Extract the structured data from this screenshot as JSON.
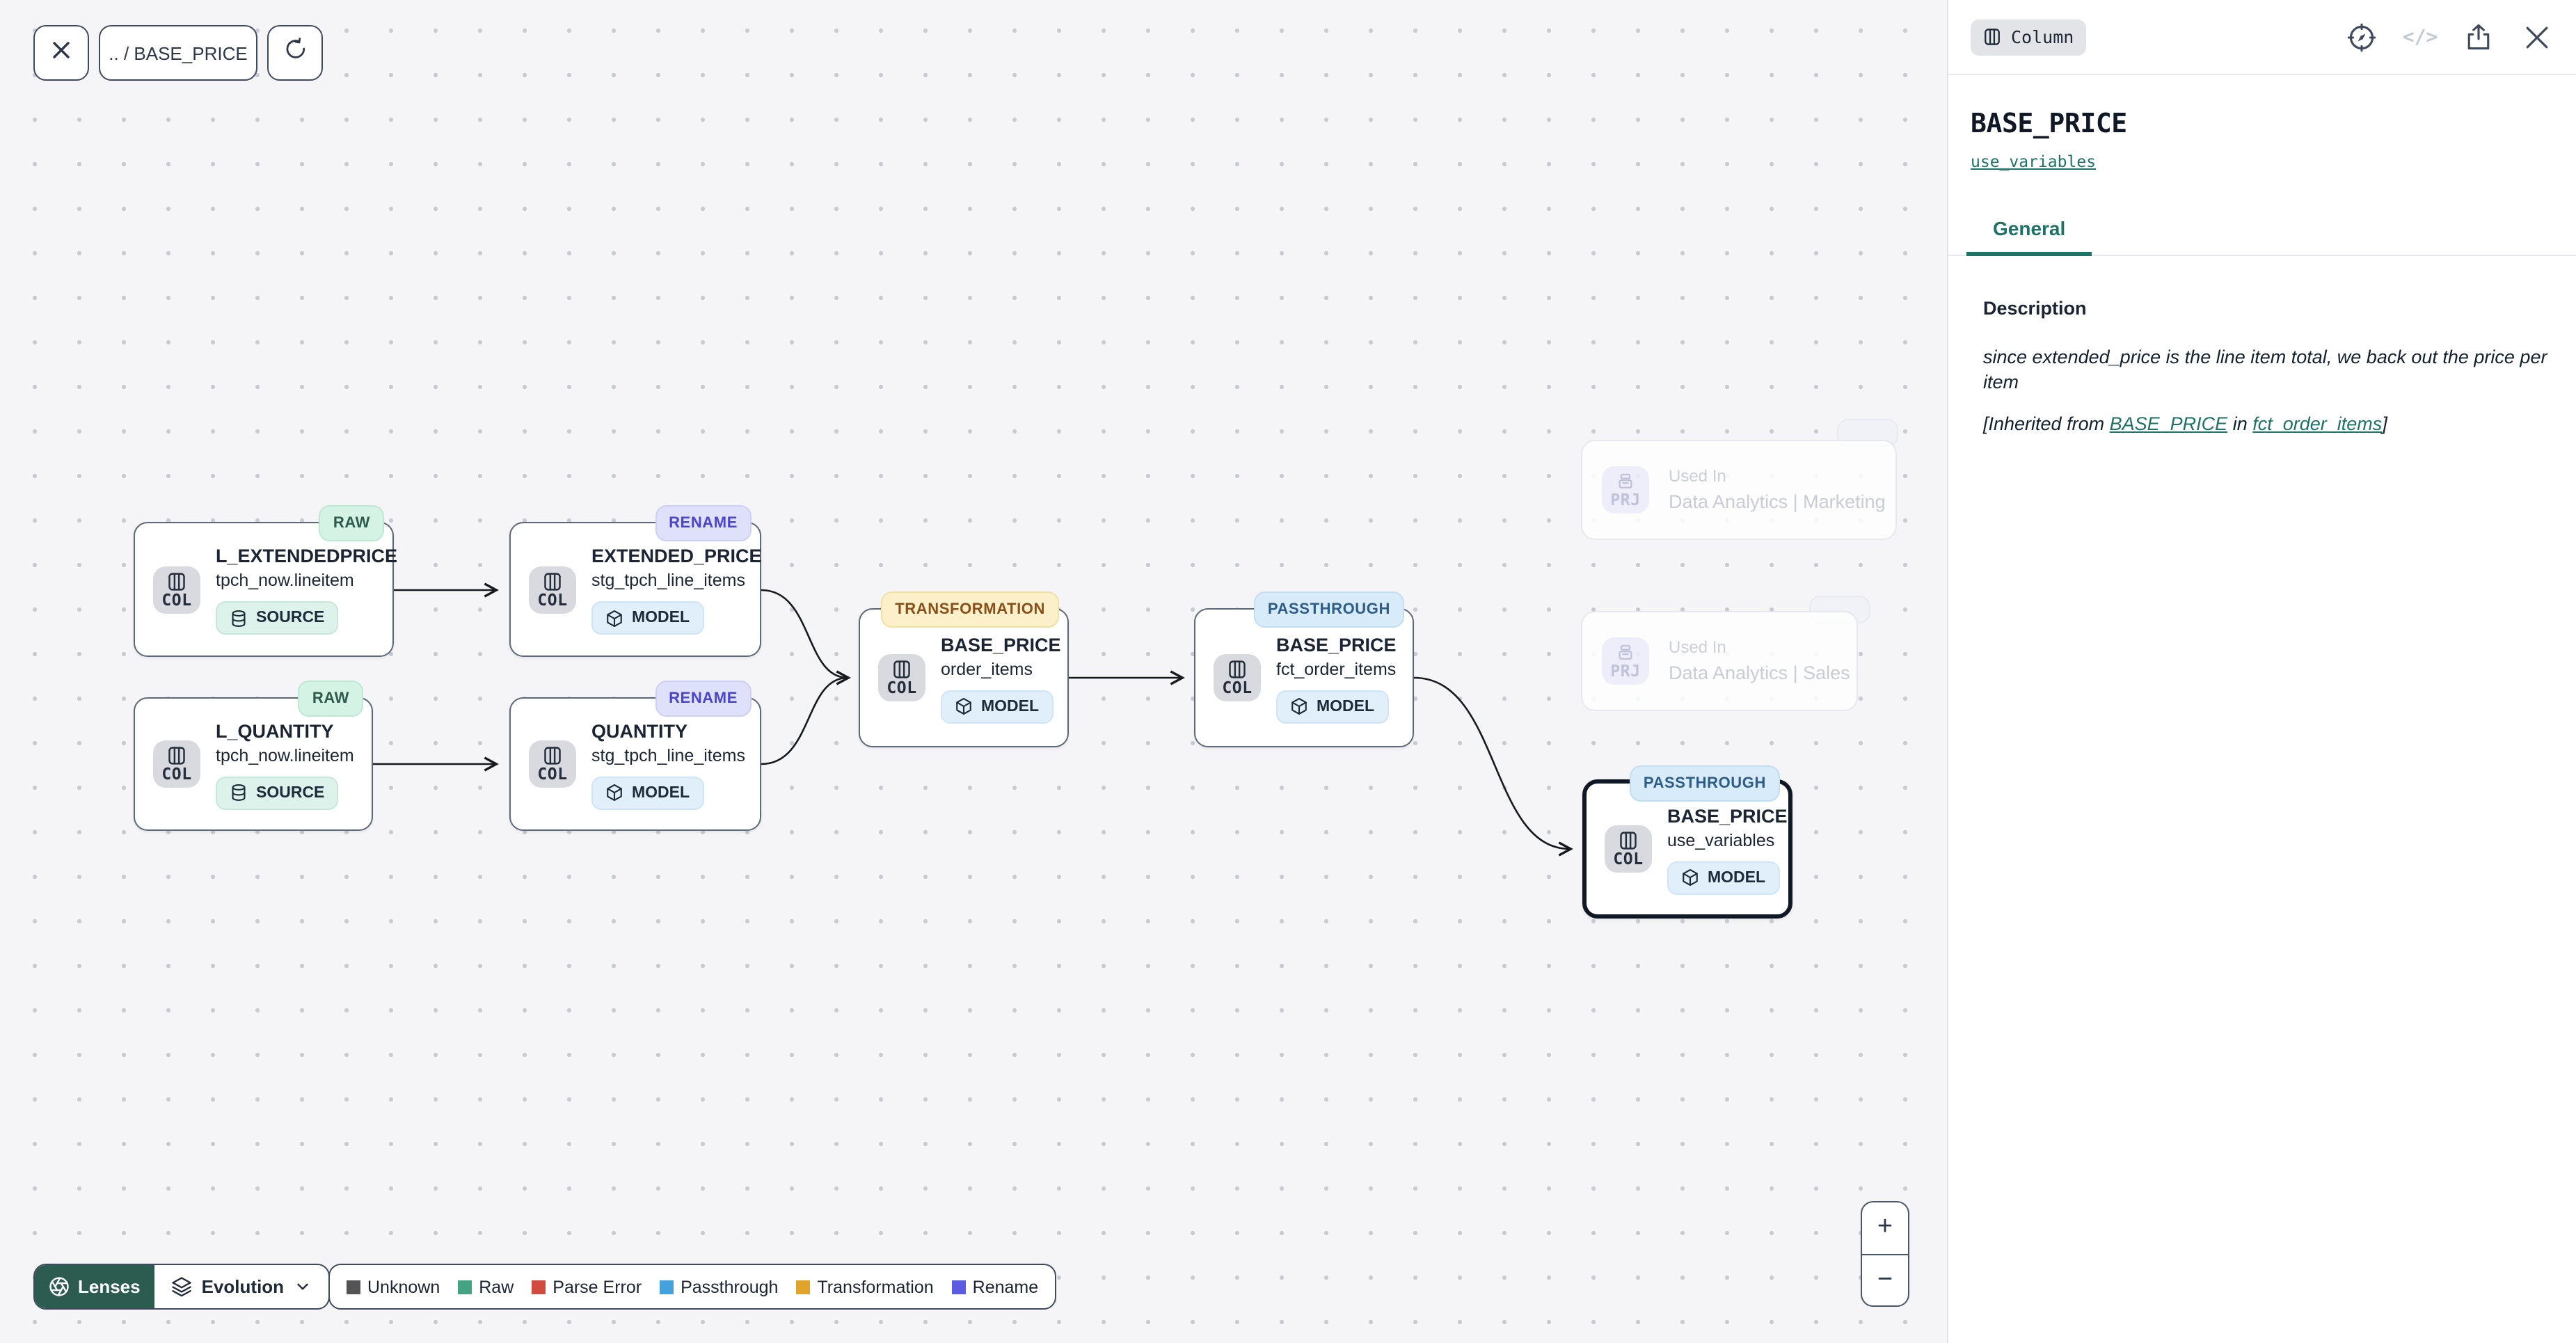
{
  "toolbar": {
    "breadcrumb": ".. / BASE_PRICE"
  },
  "canvas": {
    "nodes": [
      {
        "tag": "RAW",
        "title": "L_EXTENDEDPRICE",
        "subtitle": "tpch_now.lineitem",
        "kind": "SOURCE",
        "icon_label": "COL"
      },
      {
        "tag": "RENAME",
        "title": "EXTENDED_PRICE",
        "subtitle": "stg_tpch_line_items",
        "kind": "MODEL",
        "icon_label": "COL"
      },
      {
        "tag": "RAW",
        "title": "L_QUANTITY",
        "subtitle": "tpch_now.lineitem",
        "kind": "SOURCE",
        "icon_label": "COL"
      },
      {
        "tag": "RENAME",
        "title": "QUANTITY",
        "subtitle": "stg_tpch_line_items",
        "kind": "MODEL",
        "icon_label": "COL"
      },
      {
        "tag": "TRANSFORMATION",
        "title": "BASE_PRICE",
        "subtitle": "order_items",
        "kind": "MODEL",
        "icon_label": "COL"
      },
      {
        "tag": "PASSTHROUGH",
        "title": "BASE_PRICE",
        "subtitle": "fct_order_items",
        "kind": "MODEL",
        "icon_label": "COL"
      },
      {
        "tag": "PASSTHROUGH",
        "title": "BASE_PRICE",
        "subtitle": "use_variables",
        "kind": "MODEL",
        "icon_label": "COL",
        "selected": true
      }
    ],
    "project_nodes": [
      {
        "icon_label": "PRJ",
        "label": "Used In",
        "name": "Data Analytics | Marketing"
      },
      {
        "icon_label": "PRJ",
        "label": "Used In",
        "name": "Data Analytics | Sales"
      }
    ]
  },
  "legend": {
    "lenses_label": "Lenses",
    "mode_label": "Evolution",
    "items": [
      {
        "label": "Unknown",
        "color": "#545456"
      },
      {
        "label": "Raw",
        "color": "#43a383"
      },
      {
        "label": "Parse Error",
        "color": "#d24b41"
      },
      {
        "label": "Passthrough",
        "color": "#45a1db"
      },
      {
        "label": "Transformation",
        "color": "#e0a42a"
      },
      {
        "label": "Rename",
        "color": "#5c5ce0"
      }
    ]
  },
  "zoom_controls": {
    "zoom_in": "+",
    "zoom_out": "−"
  },
  "panel": {
    "type_badge": "Column",
    "code_icon_glyph": "</>",
    "title": "BASE_PRICE",
    "parent_link": "use_variables",
    "tab": "General",
    "description_heading": "Description",
    "description": "since extended_price is the line item total, we back out the price per item",
    "inherited": {
      "prefix": "[Inherited from ",
      "link_column": "BASE_PRICE",
      "middle": " in ",
      "link_model": "fct_order_items",
      "suffix": "]"
    }
  },
  "colors": {
    "accent_teal": "#1d7366",
    "selected_border": "#101826",
    "lenses_green": "#2c5c4f",
    "canvas_bg": "#f5f5f7"
  }
}
